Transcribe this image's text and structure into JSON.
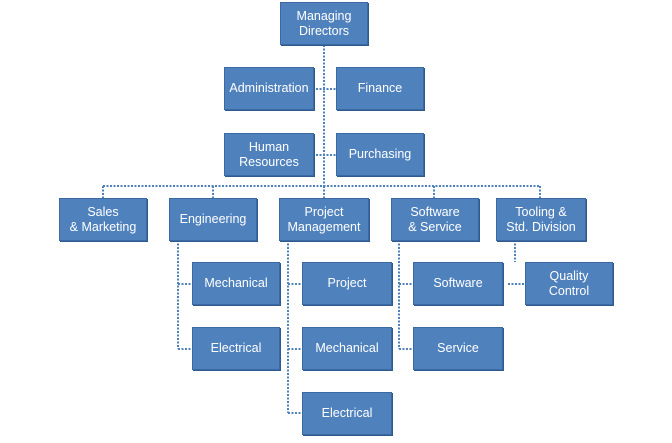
{
  "nodes": {
    "managing_directors": "Managing\nDirectors",
    "administration": "Administration",
    "finance": "Finance",
    "human_resources": "Human\nResources",
    "purchasing": "Purchasing",
    "sales_marketing": "Sales\n& Marketing",
    "engineering": "Engineering",
    "project_management": "Project\nManagement",
    "software_service": "Software\n& Service",
    "tooling_division": "Tooling &\nStd. Division",
    "eng_mechanical": "Mechanical",
    "eng_electrical": "Electrical",
    "pm_project": "Project",
    "pm_mechanical": "Mechanical",
    "pm_electrical": "Electrical",
    "ss_software": "Software",
    "ss_service": "Service",
    "quality_control": "Quality\nControl"
  }
}
